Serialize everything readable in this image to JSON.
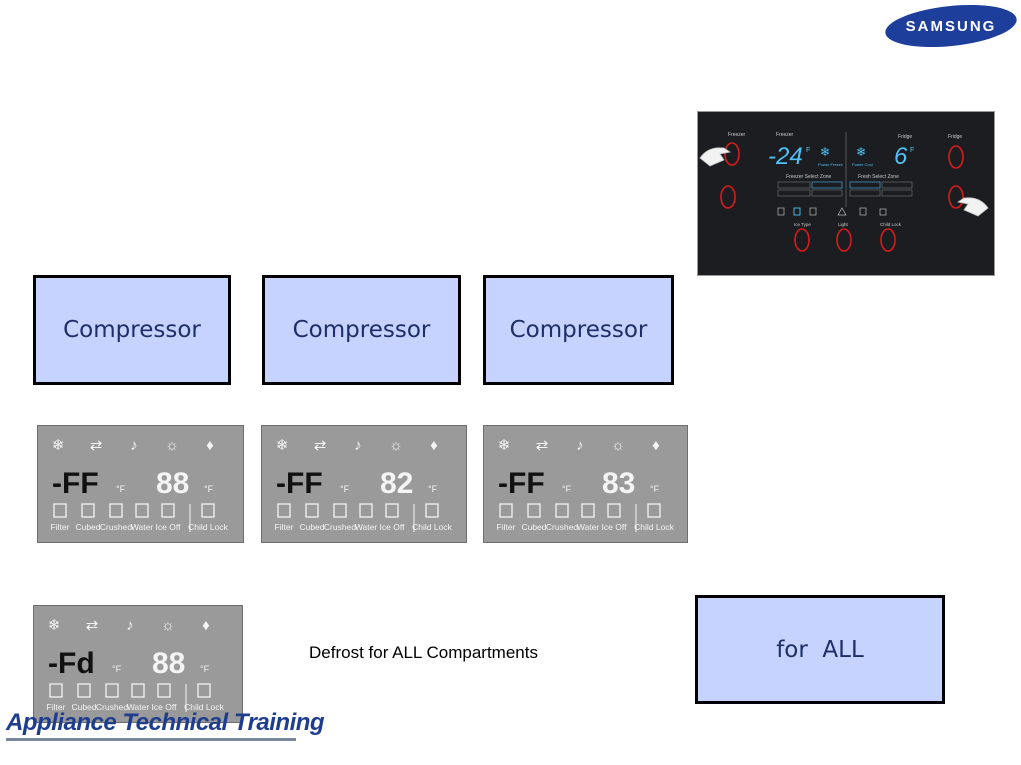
{
  "brand": {
    "logo_text": "SAMSUNG"
  },
  "boxes": {
    "compressor_1": "Compressor",
    "compressor_2": "Compressor",
    "compressor_3": "Compressor",
    "for_all": "for  ALL"
  },
  "panel_photo": {
    "freezer_temp": "-24",
    "fridge_temp": "6",
    "unit": "F",
    "labels": {
      "freezer": "Freezer",
      "fridge": "Fridge",
      "power_freeze": "Power Freeze",
      "power_cool": "Power Cool",
      "freezer_select_zone": "Freezer Select Zone",
      "fresh_select_zone": "Fresh Select Zone",
      "ice_type": "Ice Type",
      "light": "Light",
      "child_lock": "Child Lock"
    }
  },
  "lcd_panels": [
    {
      "left_digits": "-FF",
      "right_digits": "88",
      "unit": "°F"
    },
    {
      "left_digits": "-FF",
      "right_digits": "82",
      "unit": "°F"
    },
    {
      "left_digits": "-FF",
      "right_digits": "83",
      "unit": "°F"
    },
    {
      "left_digits": "-Fd",
      "right_digits": "88",
      "unit": "°F"
    }
  ],
  "lcd_labels": [
    "Filter",
    "Cubed",
    "Crushed",
    "Water",
    "Ice Off",
    "Child Lock"
  ],
  "caption": "Defrost for ALL Compartments",
  "footer": {
    "brand_text": "Appliance Technical Training"
  },
  "colors": {
    "box_fill": "#c6d3ff",
    "box_text": "#1d2e68",
    "lcd_bg": "#9a9a9a",
    "samsung_blue": "#1e3e9b",
    "panel_cyan": "#4fc3f7"
  }
}
